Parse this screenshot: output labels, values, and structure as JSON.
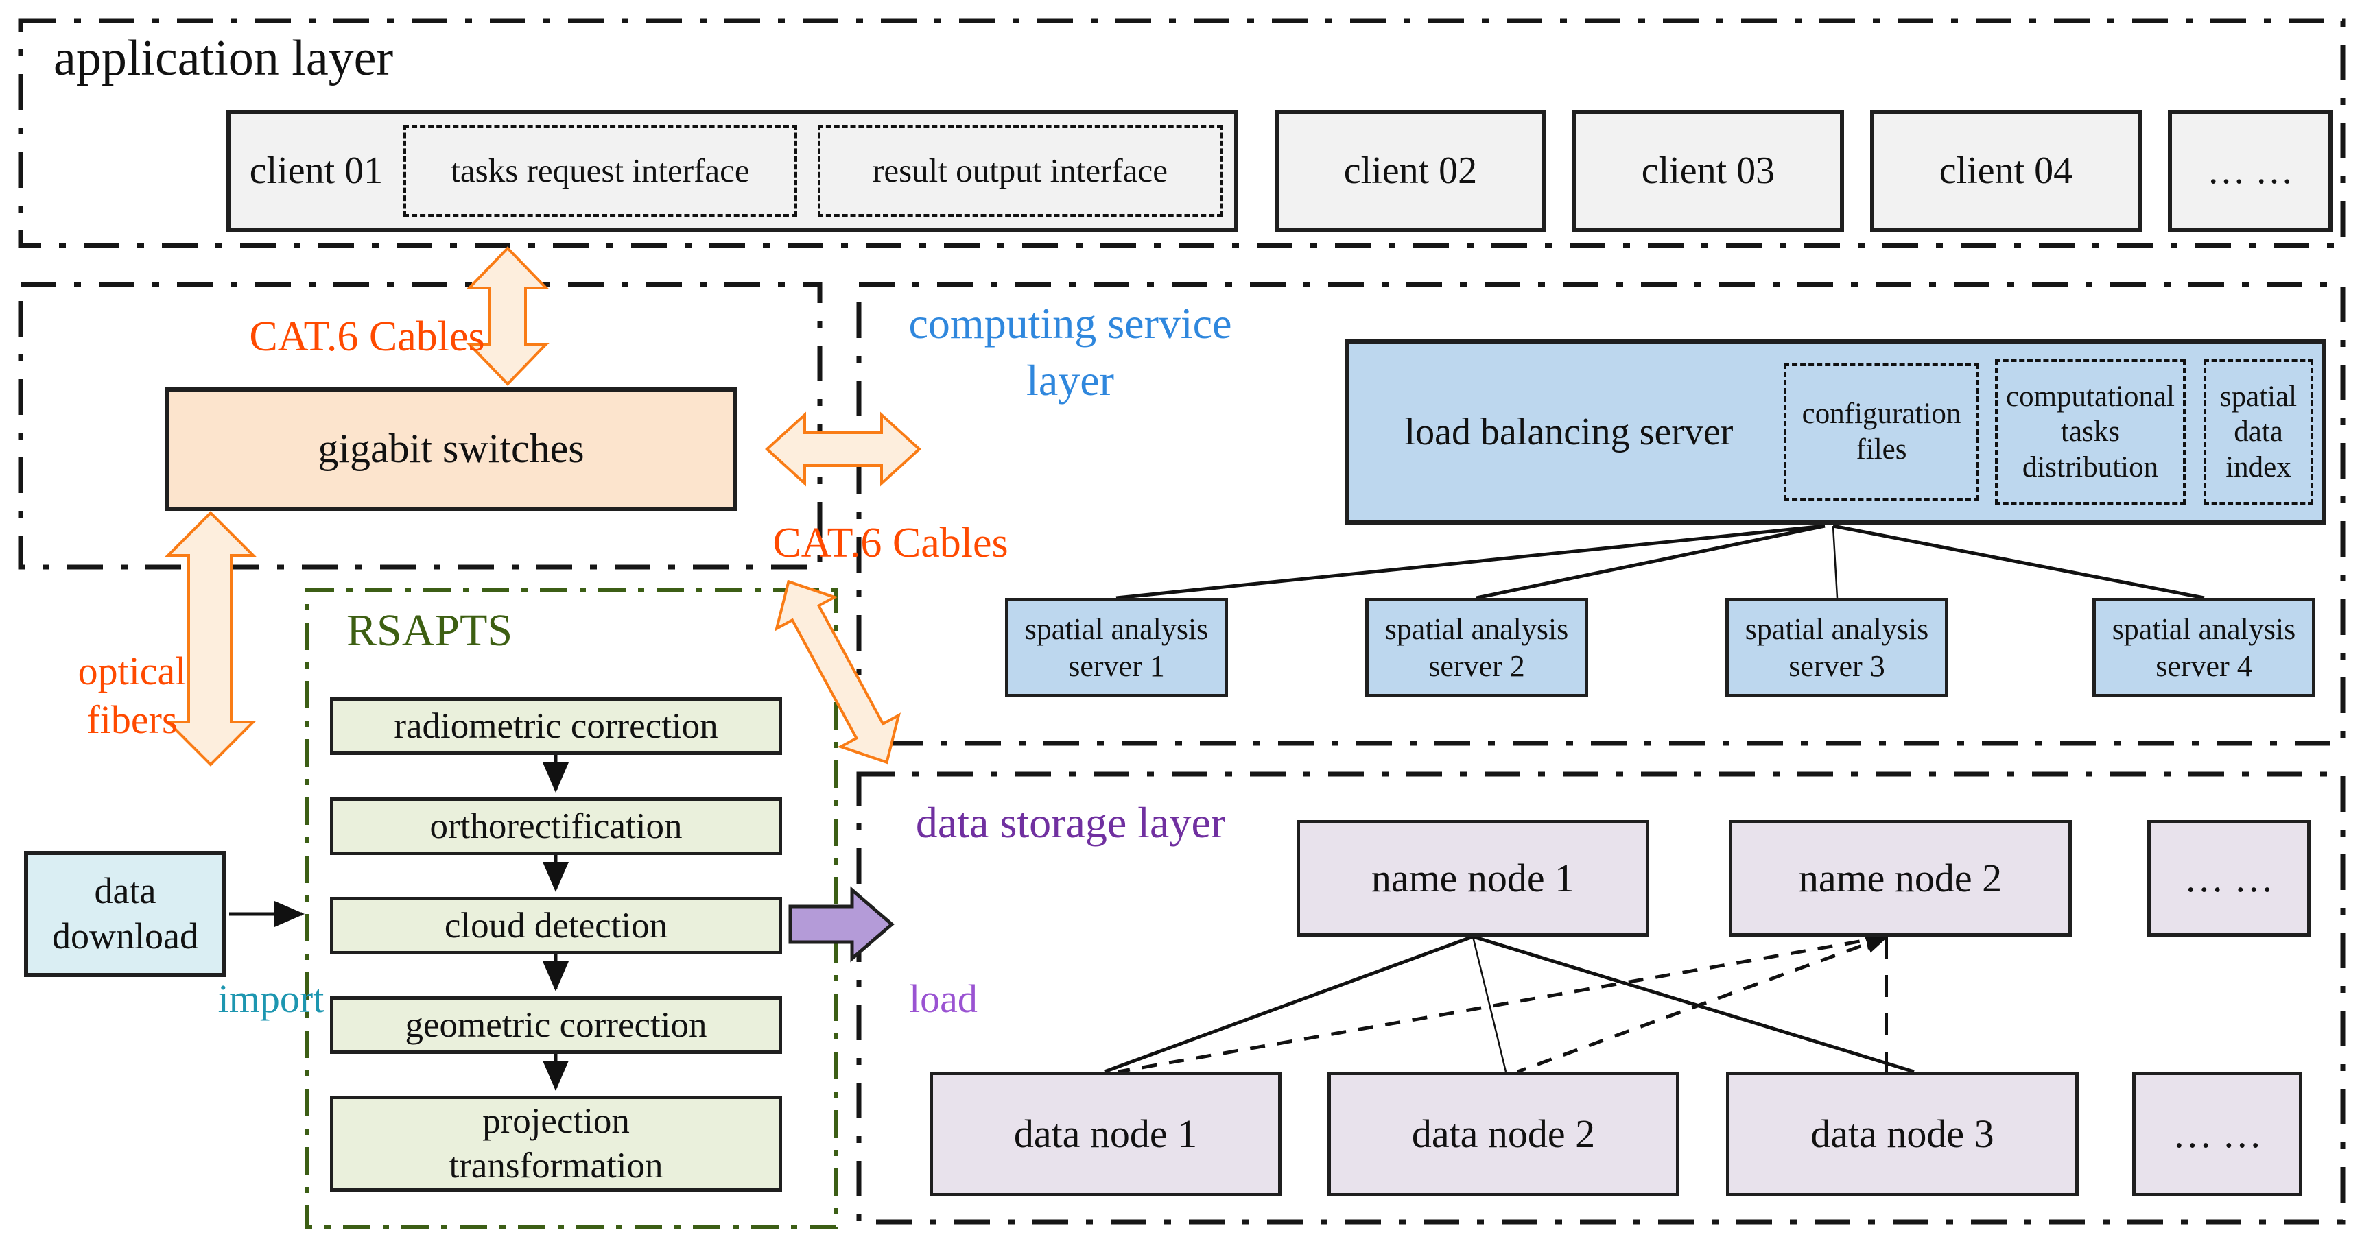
{
  "application_layer": {
    "title": "application layer",
    "client01_label": "client 01",
    "interfaces": [
      "tasks request interface",
      "result output interface"
    ],
    "clients": [
      "client 02",
      "client 03",
      "client 04",
      "… …"
    ]
  },
  "network": {
    "cat6_top": "CAT.6 Cables",
    "switches_label": "gigabit switches",
    "optical_fibers_label": "optical fibers",
    "cat6_mid": "CAT.6 Cables",
    "data_download_label": "data download",
    "import_label": "import"
  },
  "computing_layer": {
    "title_line1": "computing service",
    "title_line2": "layer",
    "server_label": "load balancing server",
    "modules": [
      "configuration files",
      "computational tasks distribution",
      "spatial data index"
    ],
    "analysis_servers": [
      "spatial analysis server 1",
      "spatial analysis server 2",
      "spatial analysis server 3",
      "spatial analysis server 4"
    ]
  },
  "rsapts": {
    "title": "RSAPTS",
    "steps": [
      "radiometric correction",
      "orthorectification",
      "cloud detection",
      "geometric correction",
      "projection transformation"
    ]
  },
  "storage_layer": {
    "title": "data storage layer",
    "load_label": "load",
    "name_nodes": [
      "name node 1",
      "name node 2",
      "… …"
    ],
    "data_nodes": [
      "data node 1",
      "data node 2",
      "data node 3",
      "… …"
    ]
  },
  "colors": {
    "orange_label": "#ff4a00",
    "blue_title": "#2f87dd",
    "purple_title": "#7030a0",
    "teal_import": "#1d96b0",
    "load_purple": "#9a53d2",
    "rsapts_green": "#3d5f12",
    "server_blue": "#bdd7ee",
    "node_lavender": "#e8e2ec",
    "switch_peach": "#fce4cd",
    "pipeline_green": "#eaf0dc",
    "download_cyan": "#daeef3",
    "arrow_fill": "#fdeedd",
    "arrow_stroke": "#f97c16",
    "load_arrow_fill": "#b49bd8"
  }
}
